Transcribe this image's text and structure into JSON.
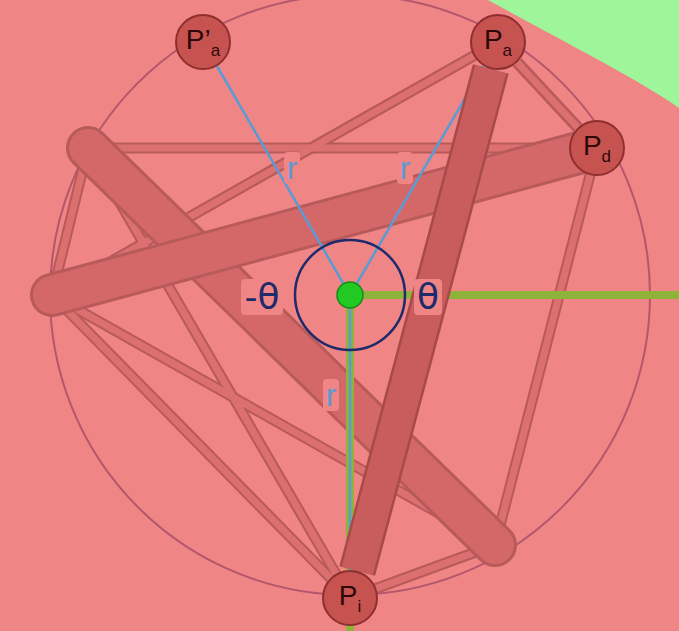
{
  "diagram": {
    "nodes": [
      {
        "text": [
          "P’a"
        ]
      },
      {
        "text": [
          "Pa"
        ]
      },
      {
        "text": [
          "Pd"
        ]
      },
      {
        "text": [
          "Pi"
        ]
      }
    ],
    "edges": [
      {
        "from": 1,
        "to": 2,
        "arrow": "none"
      },
      {
        "from": 1,
        "to": 3,
        "arrow": "none"
      }
    ],
    "labels": [
      "r",
      "r",
      "r",
      "-θ",
      "θ"
    ]
  }
}
